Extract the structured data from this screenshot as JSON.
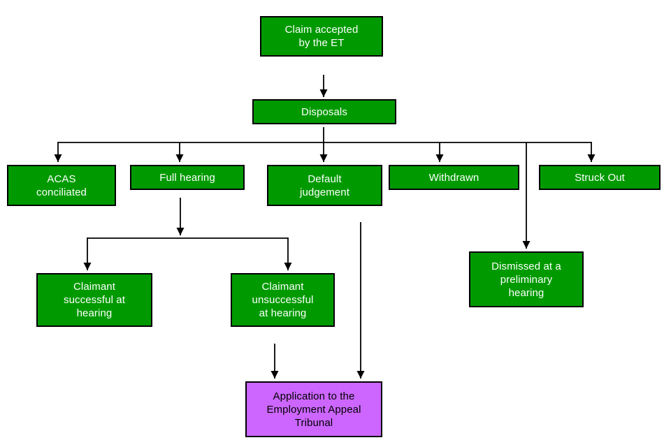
{
  "diagram": {
    "type": "flowchart",
    "colors": {
      "node_green": "#009A00",
      "node_purple": "#CC66FF",
      "node_border": "#000000",
      "text_on_green": "#FFFFFF",
      "text_on_purple": "#000000",
      "connector": "#000000",
      "background": "#FFFFFF"
    },
    "nodes": [
      {
        "id": "claim-accepted",
        "label": "Claim accepted\nby the ET",
        "style": "green"
      },
      {
        "id": "disposals",
        "label": "Disposals",
        "style": "green"
      },
      {
        "id": "acas-conciliated",
        "label": "ACAS\nconciliated",
        "style": "green"
      },
      {
        "id": "full-hearing",
        "label": "Full hearing",
        "style": "green"
      },
      {
        "id": "default-judgement",
        "label": "Default\njudgement",
        "style": "green"
      },
      {
        "id": "withdrawn",
        "label": "Withdrawn",
        "style": "green"
      },
      {
        "id": "struck-out",
        "label": "Struck Out",
        "style": "green"
      },
      {
        "id": "dismissed-preliminary",
        "label": "Dismissed at a\npreliminary\nhearing",
        "style": "green"
      },
      {
        "id": "claimant-successful",
        "label": "Claimant\nsuccessful at\nhearing",
        "style": "green"
      },
      {
        "id": "claimant-unsuccessful",
        "label": "Claimant\nunsuccessful\nat hearing",
        "style": "green"
      },
      {
        "id": "application-eat",
        "label": "Application to the\nEmployment Appeal\nTribunal",
        "style": "purple"
      }
    ],
    "edges": [
      {
        "from": "claim-accepted",
        "to": "disposals"
      },
      {
        "from": "disposals",
        "to": "acas-conciliated"
      },
      {
        "from": "disposals",
        "to": "full-hearing"
      },
      {
        "from": "disposals",
        "to": "default-judgement"
      },
      {
        "from": "disposals",
        "to": "withdrawn"
      },
      {
        "from": "disposals",
        "to": "struck-out"
      },
      {
        "from": "disposals",
        "to": "dismissed-preliminary"
      },
      {
        "from": "full-hearing",
        "to": "claimant-successful"
      },
      {
        "from": "full-hearing",
        "to": "claimant-unsuccessful"
      },
      {
        "from": "claimant-unsuccessful",
        "to": "application-eat"
      },
      {
        "from": "default-judgement",
        "to": "application-eat"
      }
    ]
  }
}
